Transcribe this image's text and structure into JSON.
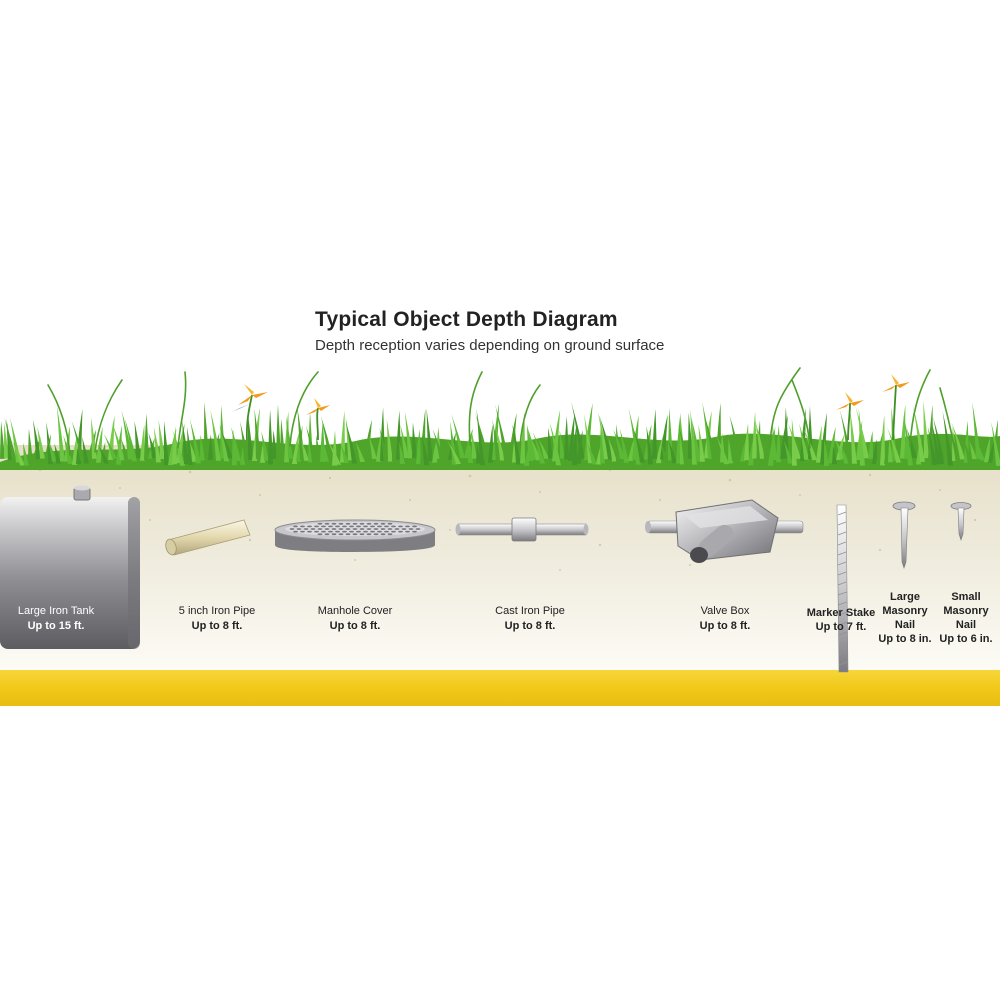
{
  "title": "Typical Object Depth Diagram",
  "subtitle": "Depth reception varies depending on ground surface",
  "colors": {
    "grass": "#58b531",
    "soil": "#e9e4cf",
    "soil_lower": "#fbfaf2",
    "metal": "#9a9a9f",
    "yellow_band": "#f2c91a",
    "flower": "#f29a1c"
  },
  "objects": [
    {
      "name": "Large Iron Tank",
      "depth": "Up to 15 ft.",
      "icon": "iron-tank-icon"
    },
    {
      "name": "5 inch Iron Pipe",
      "depth": "Up to 8 ft.",
      "icon": "iron-pipe-icon"
    },
    {
      "name": "Manhole Cover",
      "depth": "Up to 8 ft.",
      "icon": "manhole-cover-icon"
    },
    {
      "name": "Cast Iron Pipe",
      "depth": "Up to 8 ft.",
      "icon": "cast-iron-pipe-icon"
    },
    {
      "name": "Valve Box",
      "depth": "Up to 8 ft.",
      "icon": "valve-box-icon"
    },
    {
      "name": "Marker Stake",
      "depth": "Up to 7 ft.",
      "icon": "marker-stake-icon"
    },
    {
      "name": "Large Masonry Nail",
      "depth": "Up to 8 in.",
      "icon": "large-nail-icon"
    },
    {
      "name": "Small Masonry Nail",
      "depth": "Up to 6 in.",
      "icon": "small-nail-icon"
    }
  ]
}
